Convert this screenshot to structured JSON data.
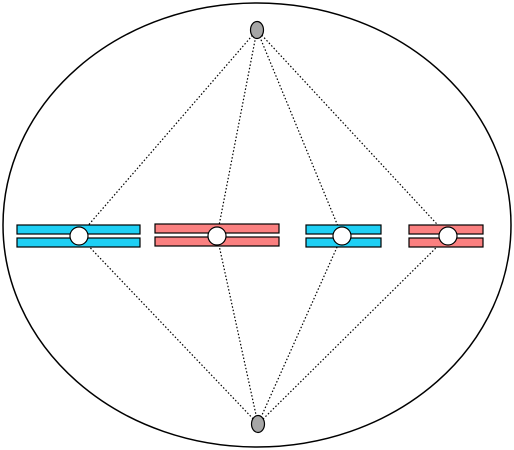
{
  "diagram": {
    "colors": {
      "outline": "#000000",
      "cell_fill": "#ffffff",
      "centrosome_fill": "#a6a6a6",
      "centromere_fill": "#ffffff",
      "spindle_fiber": "#000000",
      "chromosome_a": "#1fd0f5",
      "chromosome_b": "#fa8080"
    },
    "chromosomes": [
      {
        "id": "chromosome-1",
        "color": "chromosome_a"
      },
      {
        "id": "chromosome-2",
        "color": "chromosome_b"
      },
      {
        "id": "chromosome-3",
        "color": "chromosome_a"
      },
      {
        "id": "chromosome-4",
        "color": "chromosome_b"
      }
    ]
  }
}
